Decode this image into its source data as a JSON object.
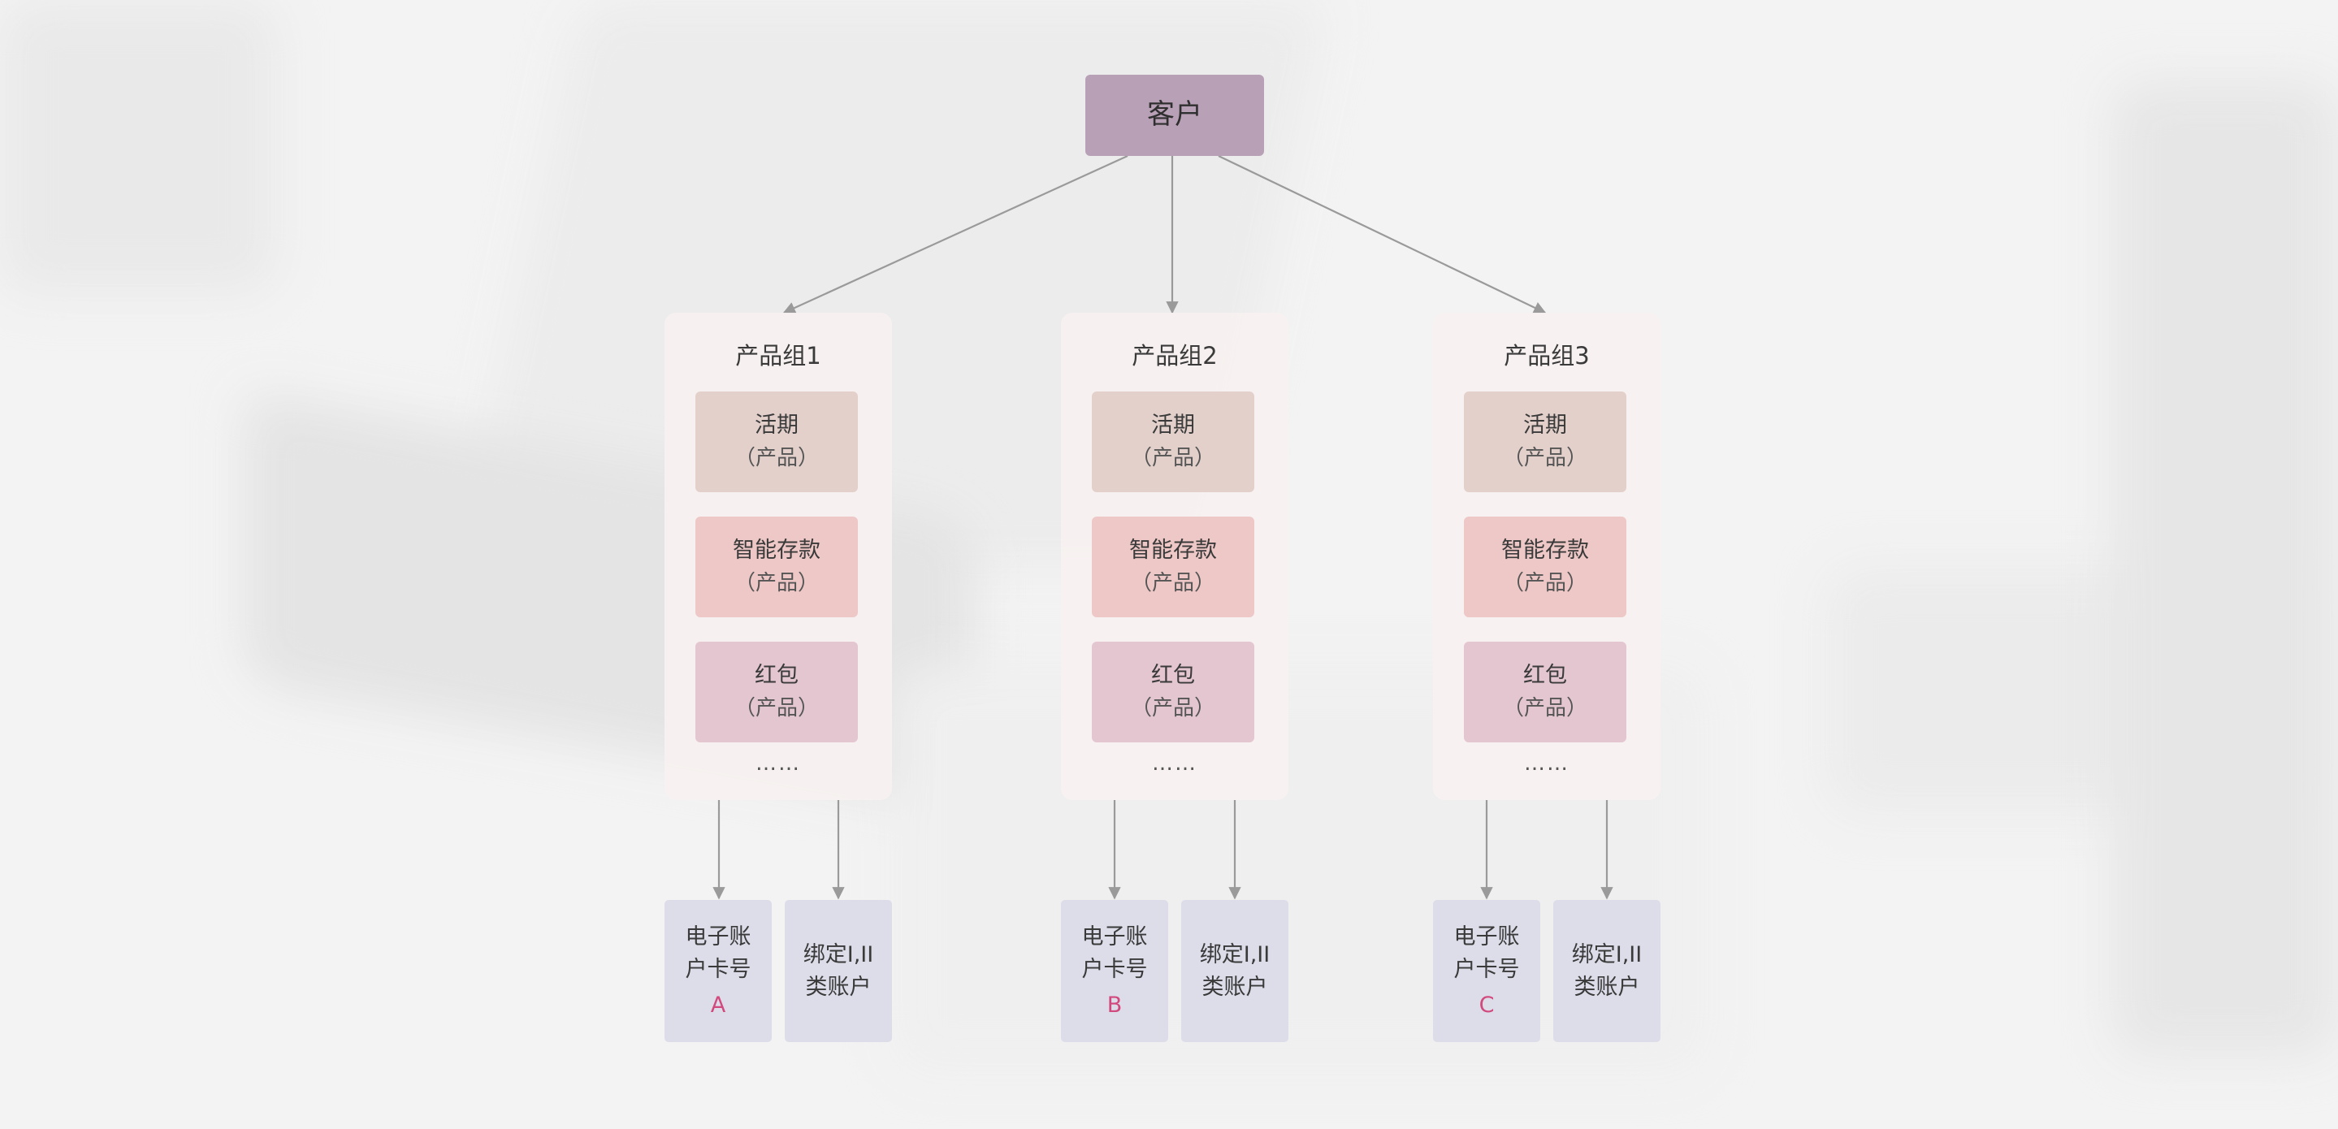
{
  "root": {
    "label": "客户"
  },
  "groups": [
    {
      "title": "产品组1",
      "products": [
        {
          "name": "活期",
          "sub": "（产品）"
        },
        {
          "name": "智能存款",
          "sub": "（产品）"
        },
        {
          "name": "红包",
          "sub": "（产品）"
        }
      ],
      "more": "……",
      "account_card": {
        "line1": "电子账",
        "line2": "户卡号",
        "letter": "A"
      },
      "account_bind": {
        "line1": "绑定I,II",
        "line2": "类账户"
      }
    },
    {
      "title": "产品组2",
      "products": [
        {
          "name": "活期",
          "sub": "（产品）"
        },
        {
          "name": "智能存款",
          "sub": "（产品）"
        },
        {
          "name": "红包",
          "sub": "（产品）"
        }
      ],
      "more": "……",
      "account_card": {
        "line1": "电子账",
        "line2": "户卡号",
        "letter": "B"
      },
      "account_bind": {
        "line1": "绑定I,II",
        "line2": "类账户"
      }
    },
    {
      "title": "产品组3",
      "products": [
        {
          "name": "活期",
          "sub": "（产品）"
        },
        {
          "name": "智能存款",
          "sub": "（产品）"
        },
        {
          "name": "红包",
          "sub": "（产品）"
        }
      ],
      "more": "……",
      "account_card": {
        "line1": "电子账",
        "line2": "户卡号",
        "letter": "C"
      },
      "account_bind": {
        "line1": "绑定I,II",
        "line2": "类账户"
      }
    }
  ],
  "colors": {
    "root": "#b8a0b6",
    "group_bg": "#f7f1f0",
    "product_current": "#e3d0cb",
    "product_smart": "#eec8c6",
    "product_redpacket": "#e4c6d1",
    "account_box": "#dcdde9",
    "account_letter": "#d2497d",
    "arrow": "#9a9a9a"
  }
}
